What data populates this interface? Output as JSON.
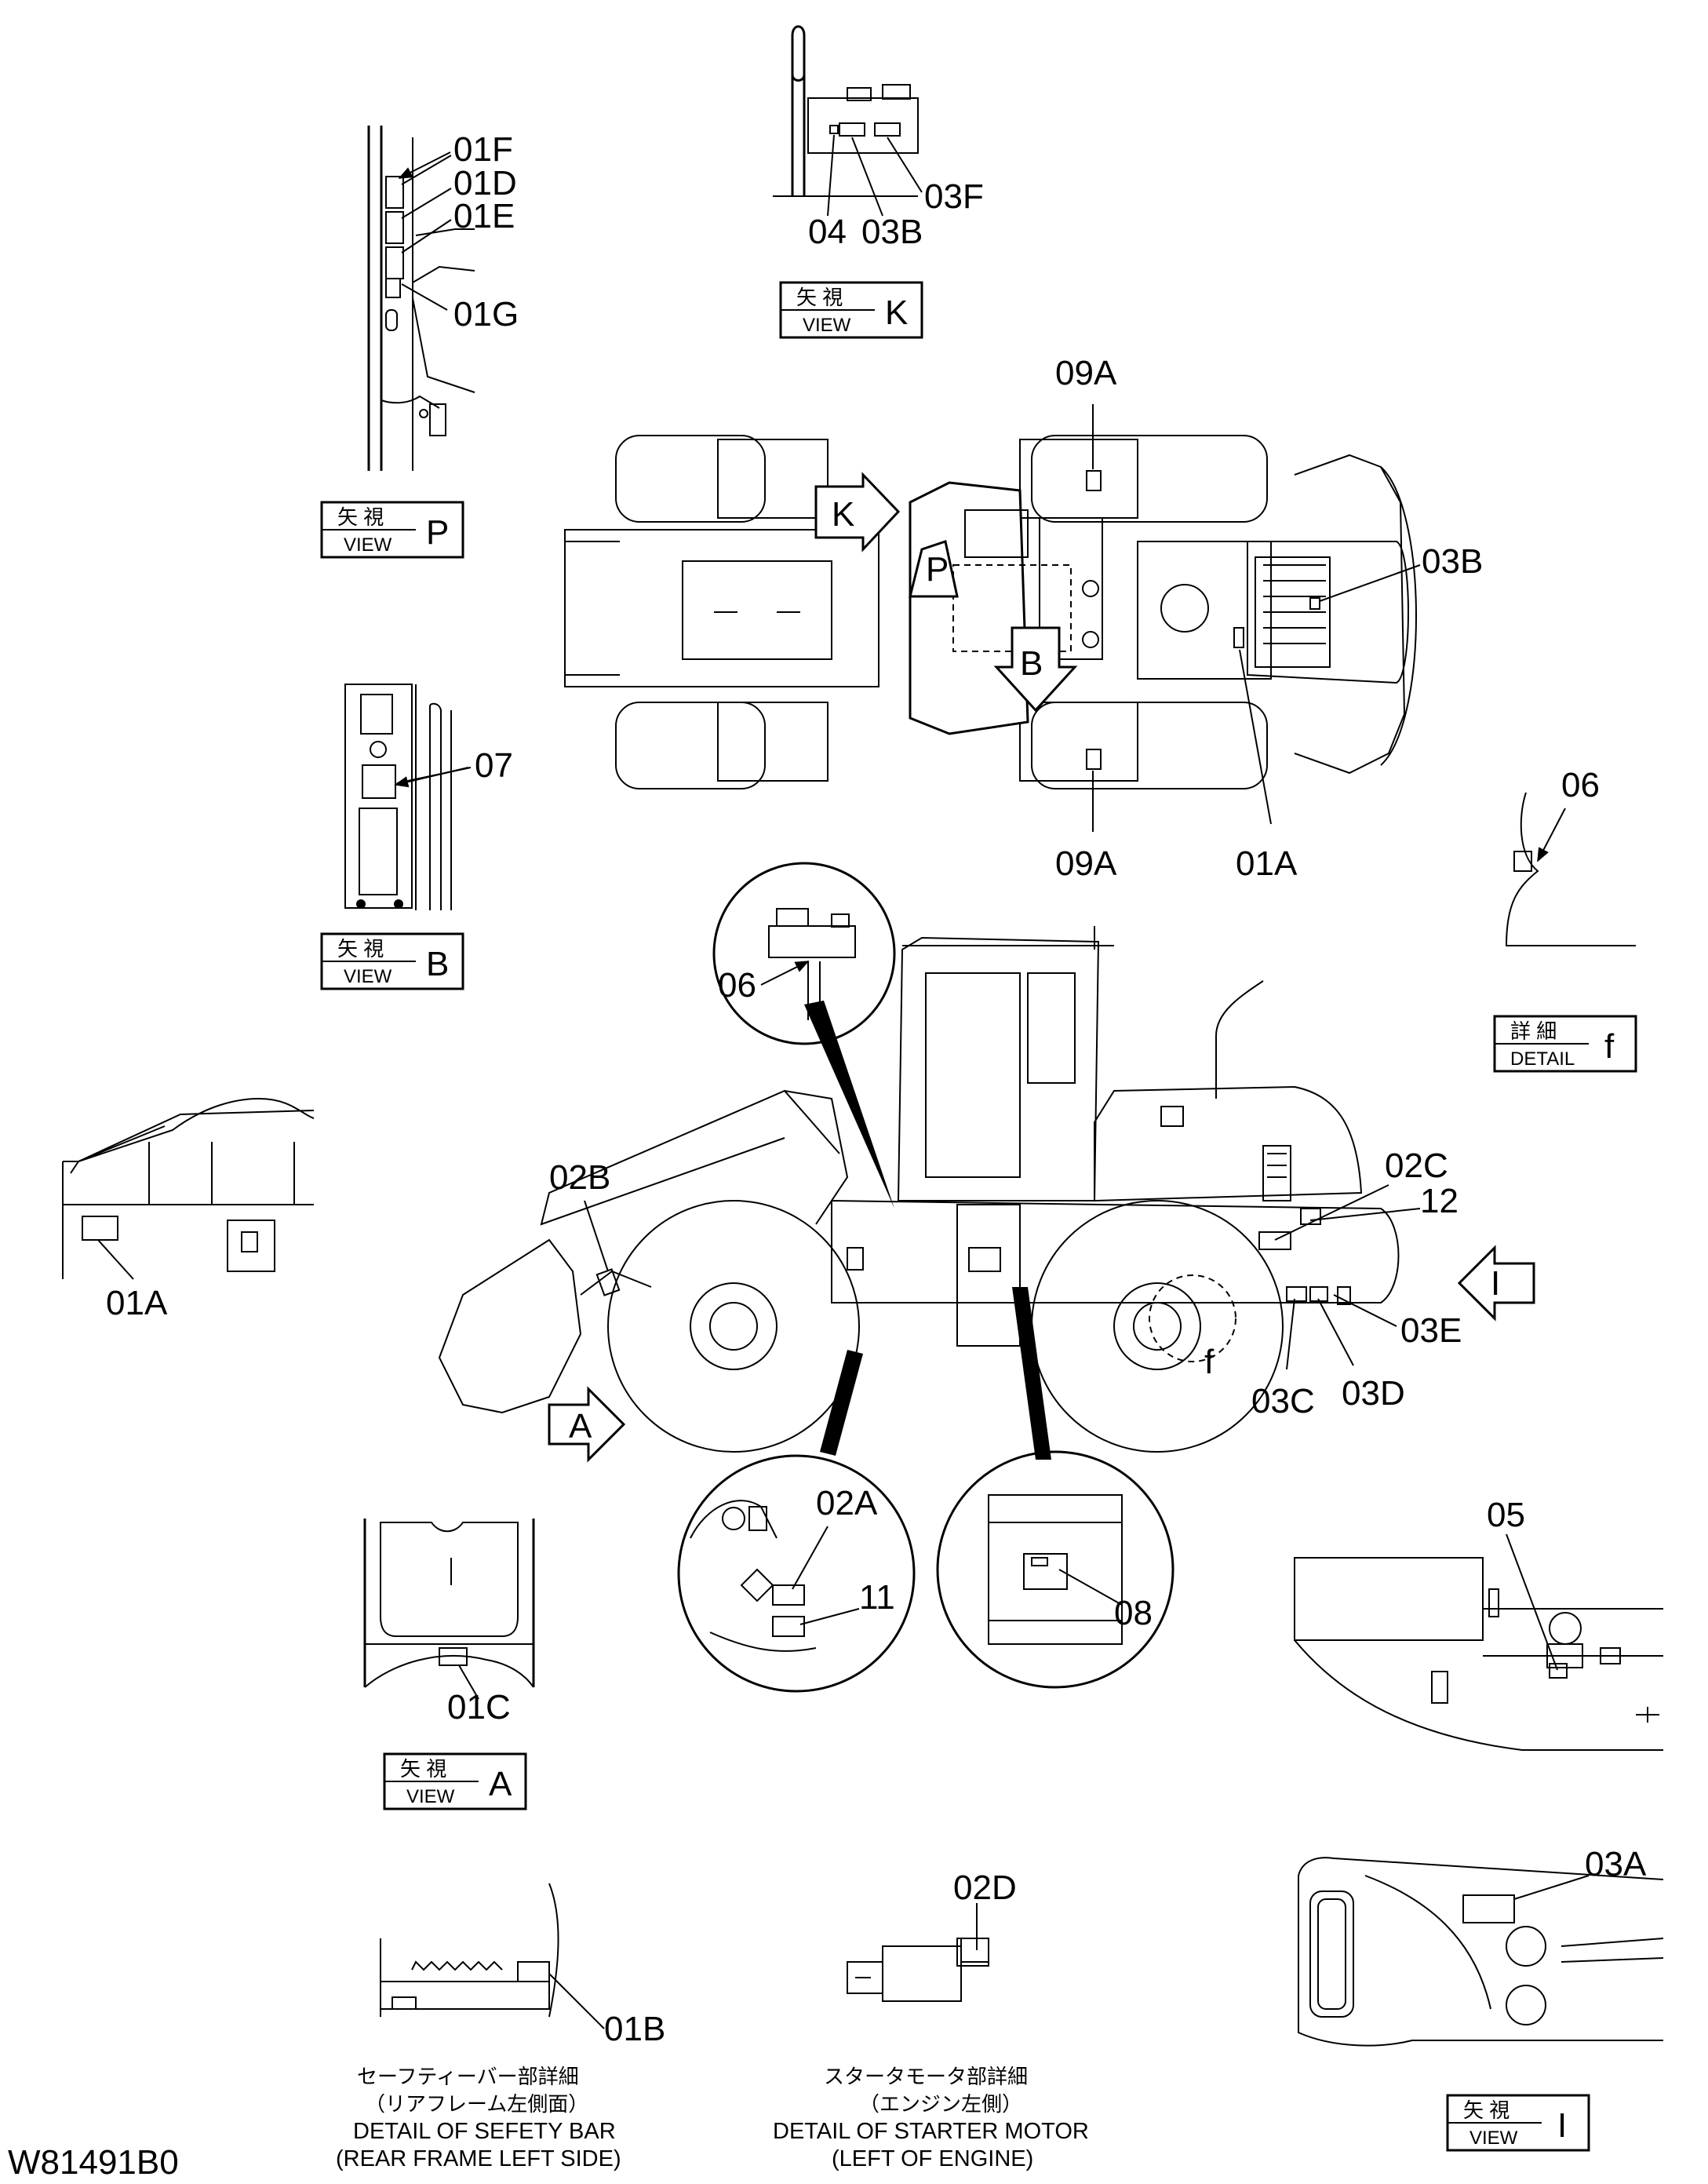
{
  "drawing_number": "W81491B0",
  "view_box_label": {
    "jp": "矢 視",
    "en": "VIEW"
  },
  "detail_box_label": {
    "jp": "詳 細",
    "en": "DETAIL"
  },
  "views": {
    "P": "P",
    "B": "B",
    "K": "K",
    "A": "A",
    "I": "I",
    "f": "f"
  },
  "callouts": {
    "c01F": "01F",
    "c01D": "01D",
    "c01E": "01E",
    "c01G": "01G",
    "c07": "07",
    "c04": "04",
    "c03B_k": "03B",
    "c03F": "03F",
    "c09A_top": "09A",
    "c03B_top": "03B",
    "c09A_bot": "09A",
    "c01A_top": "01A",
    "c06_f": "06",
    "c06_circle": "06",
    "c02B": "02B",
    "c02C": "02C",
    "c12": "12",
    "c03E": "03E",
    "c03D": "03D",
    "c03C": "03C",
    "c_f": "f",
    "c01A_left": "01A",
    "c02A": "02A",
    "c11": "11",
    "c08": "08",
    "c01C": "01C",
    "c05": "05",
    "c03A": "03A",
    "c01B": "01B",
    "c02D": "02D"
  },
  "captions": {
    "safety_bar_jp1": "セーフティーバー部詳細",
    "safety_bar_jp2": "（リアフレーム左側面）",
    "safety_bar_en1": "DETAIL OF SEFETY BAR",
    "safety_bar_en2": "(REAR FRAME LEFT SIDE)",
    "starter_jp1": "スタータモータ部詳細",
    "starter_jp2": "（エンジン左側）",
    "starter_en1": "DETAIL OF STARTER MOTOR",
    "starter_en2": "(LEFT OF ENGINE)"
  }
}
